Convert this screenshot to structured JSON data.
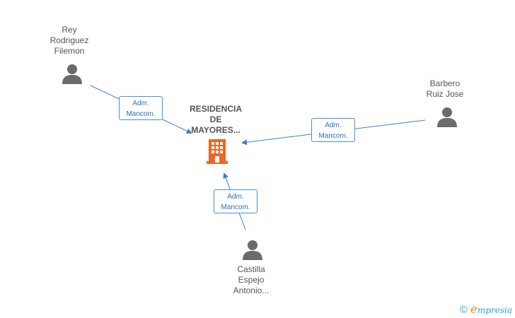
{
  "company": {
    "name_lines": [
      "RESIDENCIA",
      "DE",
      "MAYORES..."
    ],
    "icon": "building-icon",
    "color": "#f26522"
  },
  "people": [
    {
      "id": "rey",
      "name_lines": [
        "Rey",
        "Rodriguez",
        "Filemon"
      ],
      "icon": "person-icon"
    },
    {
      "id": "barbero",
      "name_lines": [
        "Barbero",
        "Ruiz Jose"
      ],
      "icon": "person-icon"
    },
    {
      "id": "castilla",
      "name_lines": [
        "Castilla",
        "Espejo",
        "Antonio..."
      ],
      "icon": "person-icon"
    }
  ],
  "relations": [
    {
      "from": "rey",
      "role_lines": [
        "Adm.",
        "Mancom."
      ]
    },
    {
      "from": "barbero",
      "role_lines": [
        "Adm.",
        "Mancom."
      ]
    },
    {
      "from": "castilla",
      "role_lines": [
        "Adm.",
        "Mancom."
      ]
    }
  ],
  "colors": {
    "edge": "#3b7fd0",
    "person": "#6b6b6b",
    "role_border": "#4a8ed8"
  },
  "watermark": {
    "copyright": "©",
    "brand_initial": "e",
    "brand_rest": "mpresia"
  }
}
